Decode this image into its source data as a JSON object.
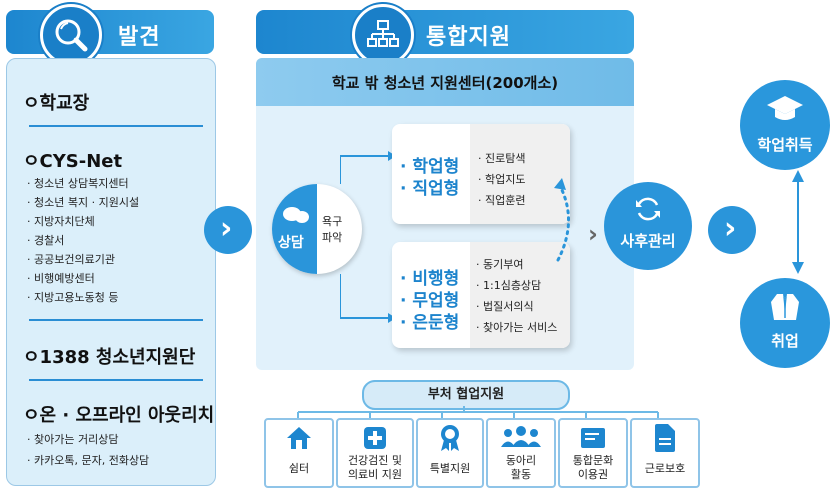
{
  "discovery": {
    "header": "발견",
    "school": "ㅇ학교장",
    "cysnet": "ㅇCYS-Net",
    "cysnet_items": [
      "· 청소년 상담복지센터",
      "· 청소년 복지 · 지원시설",
      "· 지방자치단체",
      "· 경찰서",
      "· 공공보건의료기관",
      "· 비행예방센터",
      "· 지방고용노동청 등"
    ],
    "team1388": "ㅇ1388 청소년지원단",
    "outreach": "ㅇ온 · 오프라인 아웃리치",
    "outreach_items": [
      "· 찾아가는 거리상담",
      "· 카카오톡, 문자, 전화상담"
    ]
  },
  "integration": {
    "header": "통합지원",
    "subtitle": "학교 밖 청소년 지원센터(200개소)",
    "consult_label": "상담",
    "needs_label": "욕구\n파악",
    "group1_types": [
      "· 학업형",
      "· 직업형"
    ],
    "group1_services": [
      "· 진로탐색",
      "· 학업지도",
      "· 직업훈련"
    ],
    "group2_types": [
      "· 비행형",
      "· 무업형",
      "· 은둔형"
    ],
    "group2_services": [
      "· 동기부여",
      "· 1:1심층상담",
      "· 법질서의식",
      "· 찾아가는 서비스"
    ],
    "followup": "사후관리"
  },
  "support": {
    "bar": "부처 협업지원",
    "items": [
      {
        "icon": "house-icon",
        "label": "쉼터"
      },
      {
        "icon": "medical-cross-icon",
        "label": "건강검진 및\n의료비 지원"
      },
      {
        "icon": "award-ribbon-icon",
        "label": "특별지원"
      },
      {
        "icon": "group-people-icon",
        "label": "동아리\n활동"
      },
      {
        "icon": "card-icon",
        "label": "통합문화\n이용권"
      },
      {
        "icon": "document-icon",
        "label": "근로보호"
      }
    ]
  },
  "outcomes": {
    "school_job": "학업취득",
    "employment": "취업"
  },
  "colors": {
    "primary": "#1d86cf",
    "light": "#dbeffa",
    "accent_text": "#1d84cd"
  }
}
